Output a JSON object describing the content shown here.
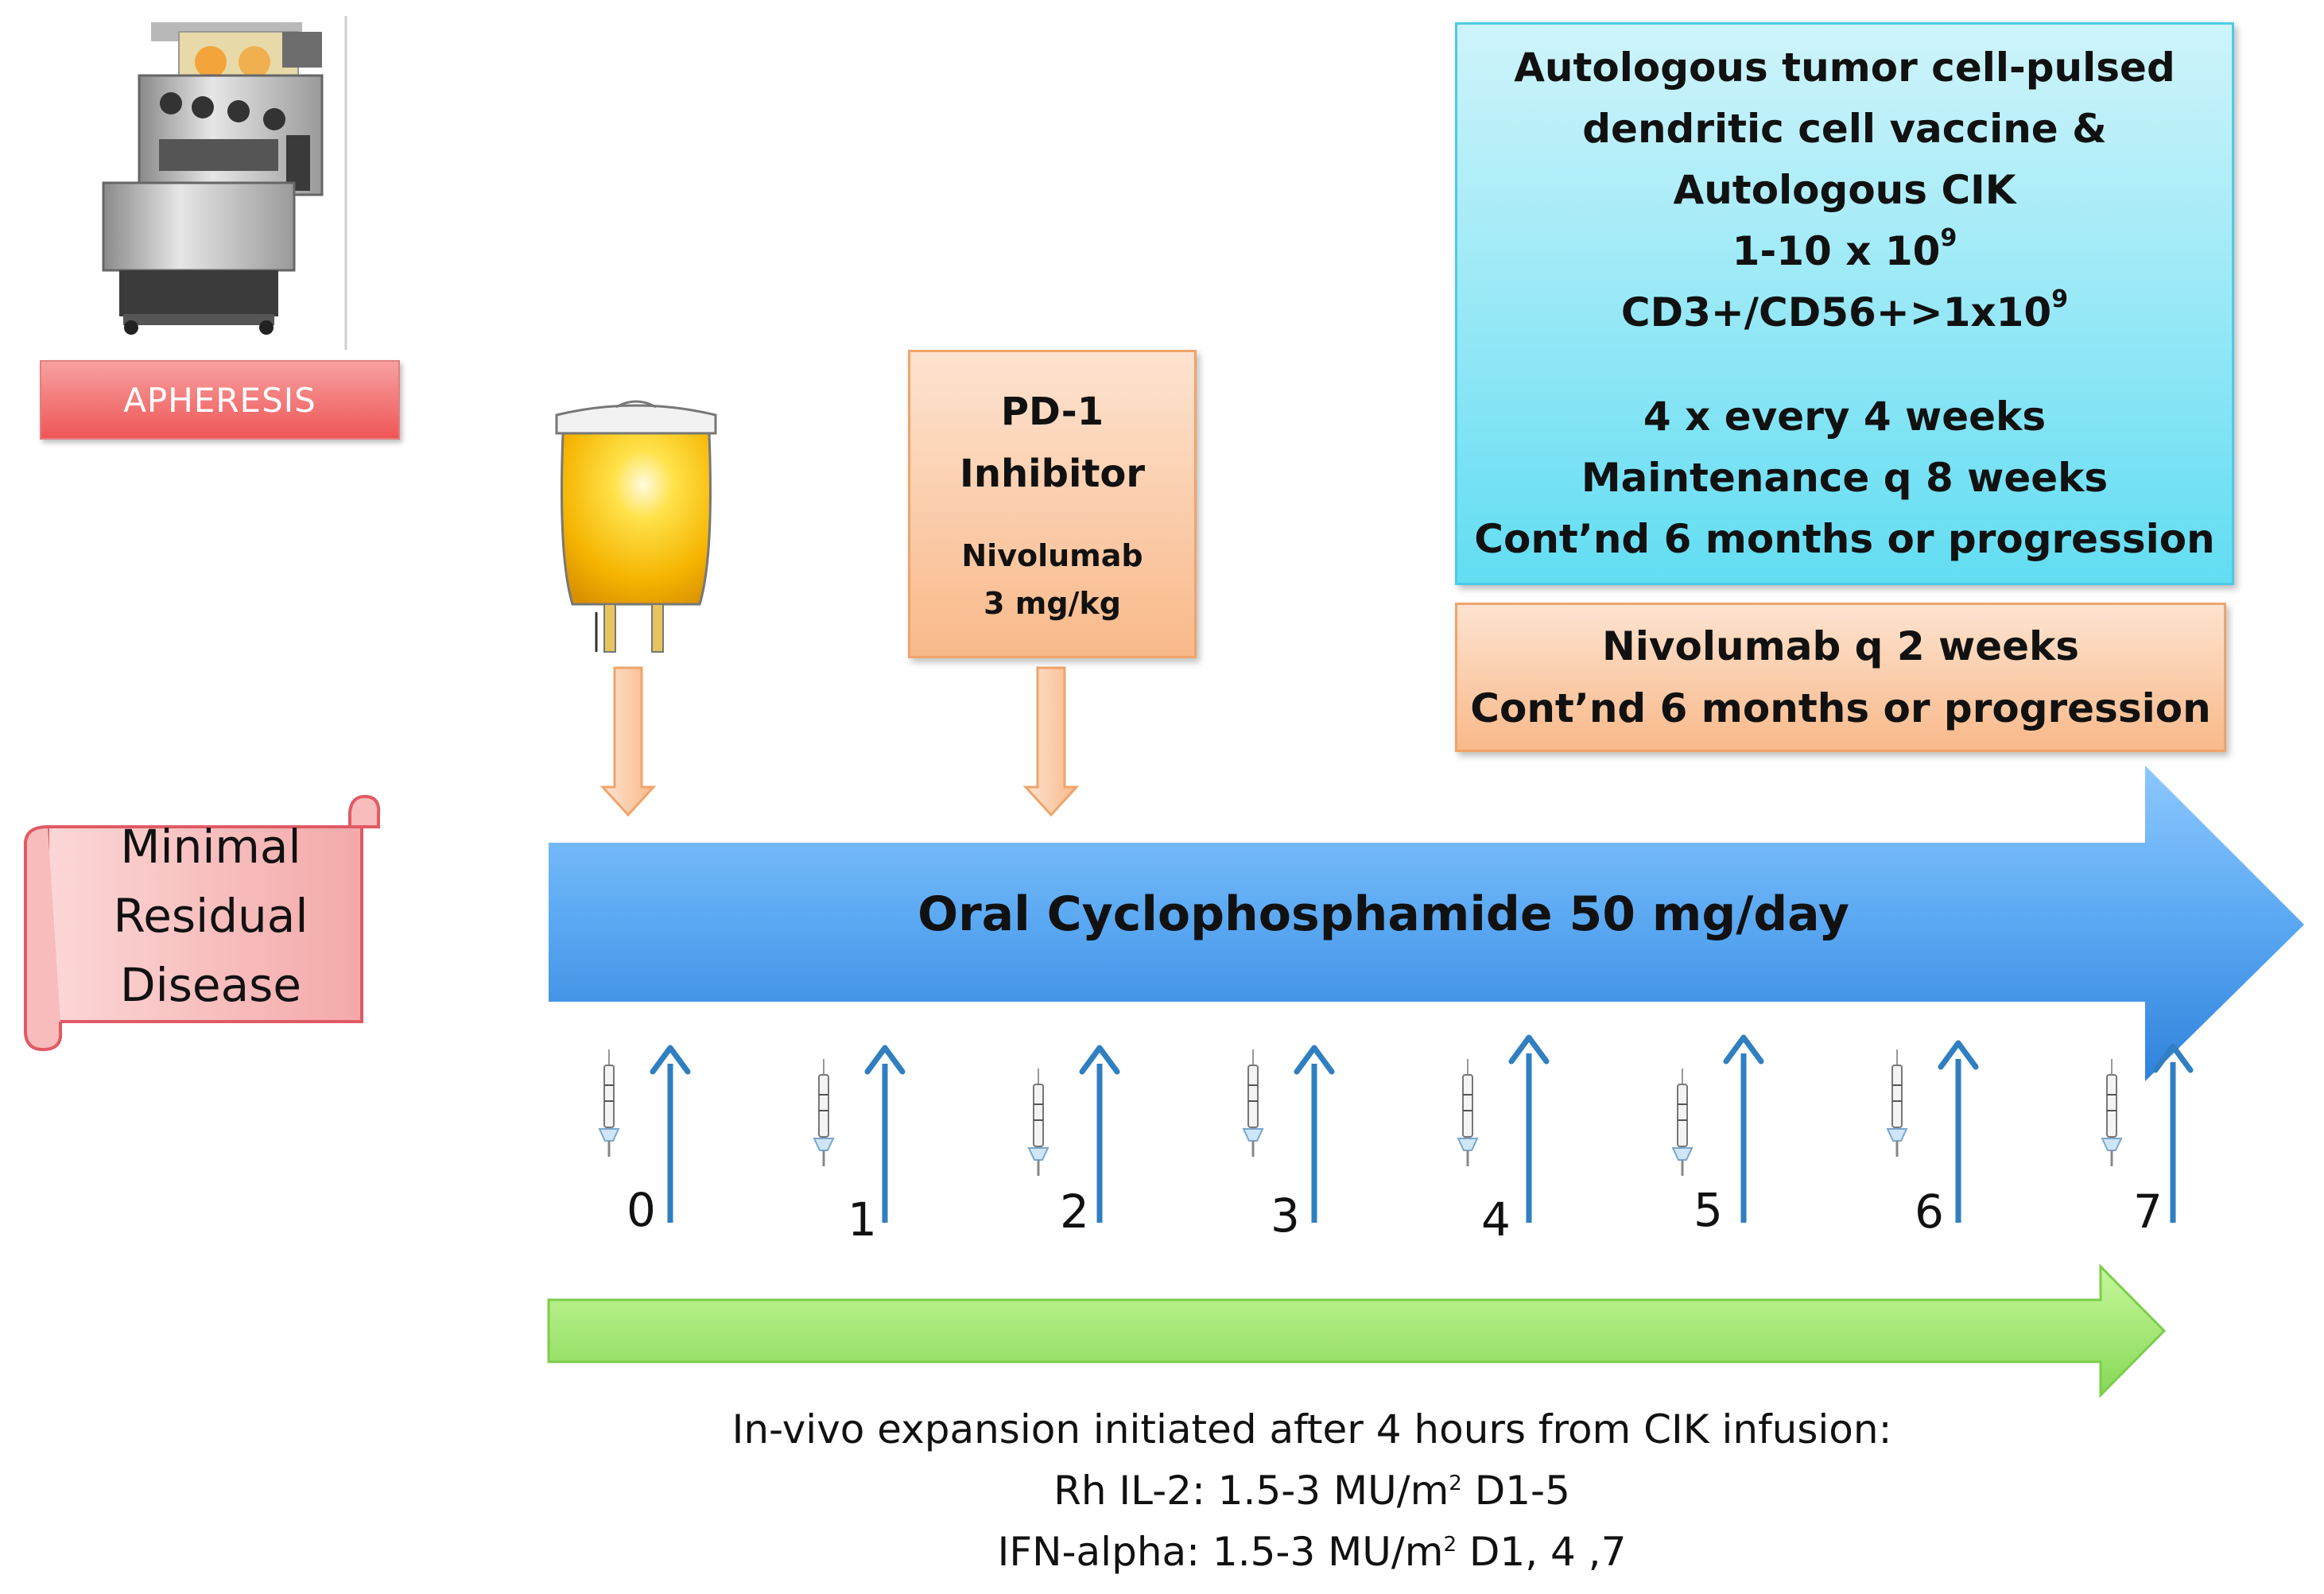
{
  "apheresis": {
    "label": "APHERESIS"
  },
  "mrd": {
    "lines": [
      "Minimal",
      "Residual",
      "Disease"
    ]
  },
  "pd1": {
    "title_line1": "PD-1",
    "title_line2": "Inhibitor",
    "drug": "Nivolumab",
    "dose": "3 mg/kg"
  },
  "vaccine": {
    "line1": "Autologous tumor cell-pulsed",
    "line2": "dendritic cell vaccine &",
    "line3": "Autologous CIK",
    "line4_base": "1-10 x 10",
    "line4_sup": "9",
    "line5_base": "CD3+/CD56+>1x10",
    "line5_sup": "9",
    "line6": "4 x every 4 weeks",
    "line7": "Maintenance q 8 weeks",
    "line8": "Cont’nd 6 months or progression"
  },
  "nivo_schedule": {
    "line1": "Nivolumab q 2 weeks",
    "line2": "Cont’nd 6 months or progression"
  },
  "cyclophosphamide": {
    "label": "Oral Cyclophosphamide 50 mg/day"
  },
  "timeline": {
    "ticks": [
      "0",
      "1",
      "2",
      "3",
      "4",
      "5",
      "6",
      "7"
    ]
  },
  "expansion": {
    "line1": "In-vivo expansion initiated after 4 hours from CIK infusion:",
    "line2_pre": "Rh IL-2: 1.5-3 MU/m",
    "line2_sup": "2",
    "line2_post": " D1-5",
    "line3_pre": "IFN-alpha: 1.5-3 MU/m",
    "line3_sup": "2",
    "line3_post": " D1, 4 ,7"
  },
  "colors": {
    "main_arrow": "#5aa8f2",
    "bottom_arrow": "#9ee86a",
    "orange_box": "#f9b98a",
    "vaccine_box": "#62ddf2",
    "apheresis": "#ef5656",
    "mrd_scroll": "#f8bcbc",
    "timepoint_arrow": "#2f7fc1"
  }
}
